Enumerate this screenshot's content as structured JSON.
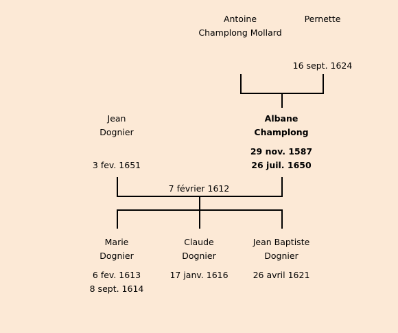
{
  "grandparents": {
    "father": {
      "first_name": "Antoine",
      "surname": "Champlong Mollard"
    },
    "mother": {
      "first_name": "Pernette",
      "surname": "",
      "death": "16 sept. 1624"
    }
  },
  "parents": {
    "father": {
      "first_name": "Jean",
      "surname": "Dognier",
      "death": "3 fev. 1651"
    },
    "mother": {
      "first_name": "Albane",
      "surname": "Champlong",
      "birth": "29 nov. 1587",
      "death": "26 juil. 1650"
    },
    "marriage": "7 février 1612"
  },
  "children": [
    {
      "first_name": "Marie",
      "surname": "Dognier",
      "birth": "6 fev. 1613",
      "death": "8 sept. 1614"
    },
    {
      "first_name": "Claude",
      "surname": "Dognier",
      "birth": "17 janv. 1616",
      "death": ""
    },
    {
      "first_name": "Jean Baptiste",
      "surname": "Dognier",
      "birth": "26 avril 1621",
      "death": ""
    }
  ]
}
